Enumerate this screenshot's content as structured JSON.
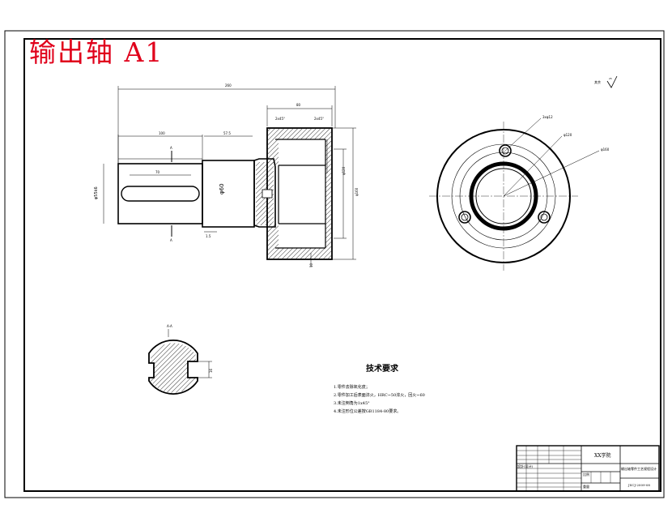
{
  "title": "输出轴 A1",
  "tech_requirements": {
    "heading": "技术要求",
    "items": [
      "1.零件去除氧化皮；",
      "2.零件加工后表面淬火，HRC~50淬火，回火~60",
      "3.未注倒角为1x45°",
      "4.未注形位公差按GB1184-80要求。"
    ]
  },
  "title_block": {
    "designer": "設計(设计)",
    "school": "XX学院",
    "drawing_name": "输出轴零件工艺规程设计",
    "drawing_no": "JSCJ-2009-08",
    "scale_label": "比例",
    "weight_label": "重量"
  },
  "roughness_note": "其余",
  "colors": {
    "line": "#000000",
    "title": "#e0001b"
  }
}
